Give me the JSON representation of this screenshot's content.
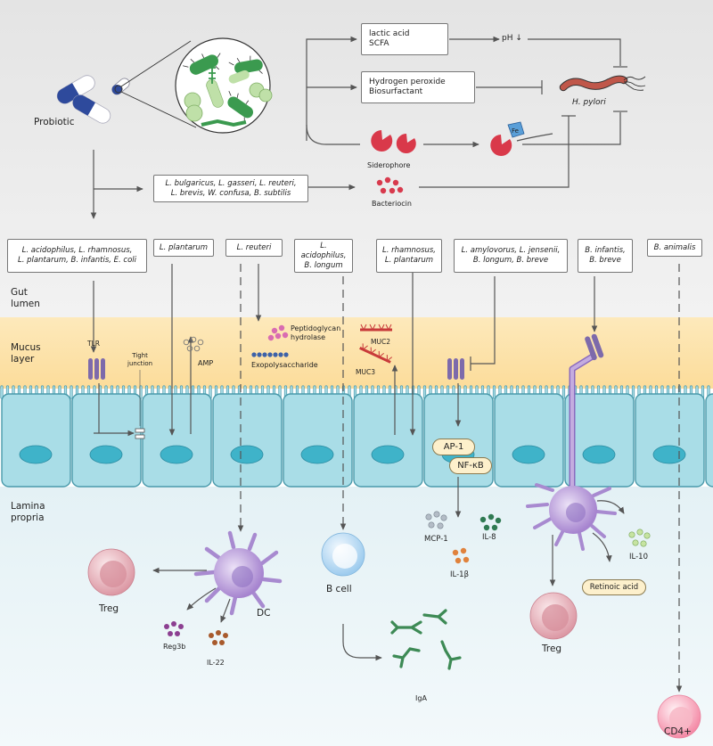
{
  "top": {
    "probiotic": "Probiotic",
    "lactic_acid": "lactic acid",
    "scfa": "SCFA",
    "hydrogen_peroxide": "Hydrogen peroxide",
    "biosurfactant": "Biosurfactant",
    "siderophore": "Siderophore",
    "fe": "Fe",
    "bacteriocin": "Bacteriocin",
    "ph": "pH ↓",
    "h_pylori": "H. pylori",
    "bacteriocin_strains_1": "L. bulgaricus, L. gasseri, L. reuteri,",
    "bacteriocin_strains_2": "L. brevis, W. confusa, B. subtilis"
  },
  "strain_boxes": [
    {
      "line1": "L. acidophilus, L. rhamnosus,",
      "line2": "L. plantarum, B. infantis, E. coli"
    },
    {
      "line1": "L. plantarum",
      "line2": ""
    },
    {
      "line1": "L. reuteri",
      "line2": ""
    },
    {
      "line1": "L. acidophilus,",
      "line2": "B. longum"
    },
    {
      "line1": "L. rhamnosus,",
      "line2": "L. plantarum"
    },
    {
      "line1": "L. amylovorus, L. jensenii,",
      "line2": "B. longum, B. breve"
    },
    {
      "line1": "B. infantis,",
      "line2": "B. breve"
    },
    {
      "line1": "B. animalis",
      "line2": ""
    }
  ],
  "zones": {
    "gut_lumen_1": "Gut",
    "gut_lumen_2": "lumen",
    "mucus_layer_1": "Mucus",
    "mucus_layer_2": "layer",
    "lamina_propria_1": "Lamina",
    "lamina_propria_2": "propria"
  },
  "mucus": {
    "tlr": "TLR",
    "tight_junction_1": "Tight",
    "tight_junction_2": "junction",
    "amp": "AMP",
    "peptidoglycan_1": "Peptidoglycan",
    "peptidoglycan_2": "hydrolase",
    "exopolysaccharide": "Exopolysaccharide",
    "muc2": "MUC2",
    "muc3": "MUC3"
  },
  "signaling": {
    "ap1": "AP-1",
    "nfkb": "NF-κB"
  },
  "lamina": {
    "treg_left": "Treg",
    "dc": "DC",
    "reg3b": "Reg3b",
    "il22": "IL-22",
    "b_cell": "B cell",
    "iga": "IgA",
    "mcp1": "MCP-1",
    "il8": "IL-8",
    "il1b": "IL-1β",
    "il10": "IL-10",
    "retinoic_acid": "Retinoic acid",
    "treg_right": "Treg",
    "cd4": "CD4+"
  },
  "colors": {
    "lumen_top": "#e6e6e6",
    "lumen_bottom": "#f0f0f0",
    "mucus": "#fde6b2",
    "epithelium": "#a9dde7",
    "epithelium_border": "#4a9aab",
    "nucleus": "#3fb3c9",
    "lamina_propria": "#eaf5f8",
    "dc_purple": "#b79ad8",
    "treg_pink": "#e8aab6",
    "bcell_blue": "#bfdff5",
    "cd4_pink": "#f7a8bb",
    "iga_green": "#3d8a55",
    "h_pylori_red": "#b54a3f",
    "siderophore_red": "#d93a4a"
  }
}
